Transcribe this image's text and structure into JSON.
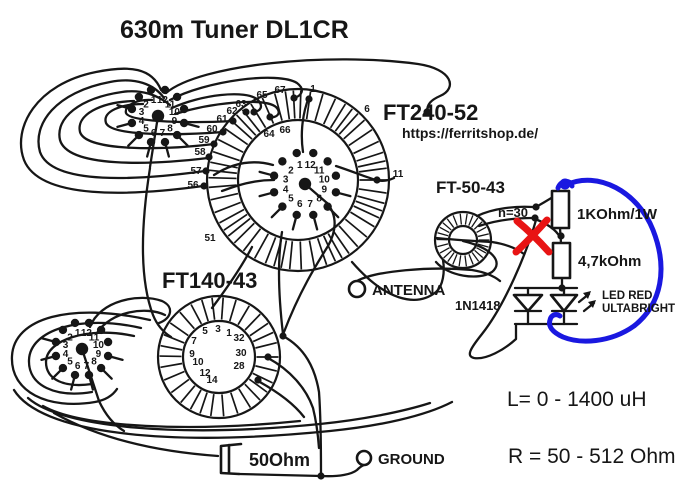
{
  "title": "630m Tuner  DL1CR",
  "colors": {
    "ink": "#161616",
    "cross_out_red": "#e81414",
    "highlight_blue": "#1a18e0",
    "background": "#ffffff"
  },
  "toroids": {
    "main": {
      "label": "FT240-52",
      "url": "https://ferritshop.de/",
      "tap_labels": [
        "1",
        "6",
        "11",
        "51",
        "56",
        "57",
        "58",
        "59",
        "60",
        "61",
        "62",
        "63",
        "64",
        "65",
        "66",
        "67"
      ]
    },
    "sense": {
      "label": "FT-50-43",
      "turns": "n=30"
    },
    "bottom": {
      "label": "FT140-43",
      "tap_labels": [
        "1",
        "3",
        "5",
        "7",
        "9",
        "10",
        "12",
        "14",
        "28",
        "30",
        "32"
      ]
    }
  },
  "rotary_switch_positions": [
    "1",
    "2",
    "3",
    "4",
    "5",
    "6",
    "7",
    "8",
    "9",
    "10",
    "11",
    "12"
  ],
  "components": {
    "resistor1": "1KOhm/1W",
    "resistor2": "4,7kOhm",
    "diode": "1N1418",
    "led": [
      "LED RED",
      "ULTABRIGHT"
    ],
    "load": "50Ohm"
  },
  "terminals": {
    "antenna": "ANTENNA",
    "ground": "GROUND"
  },
  "notes": {
    "inductance": "L= 0 - 1400 uH",
    "resistance": "R = 50 -  512 Ohm"
  }
}
